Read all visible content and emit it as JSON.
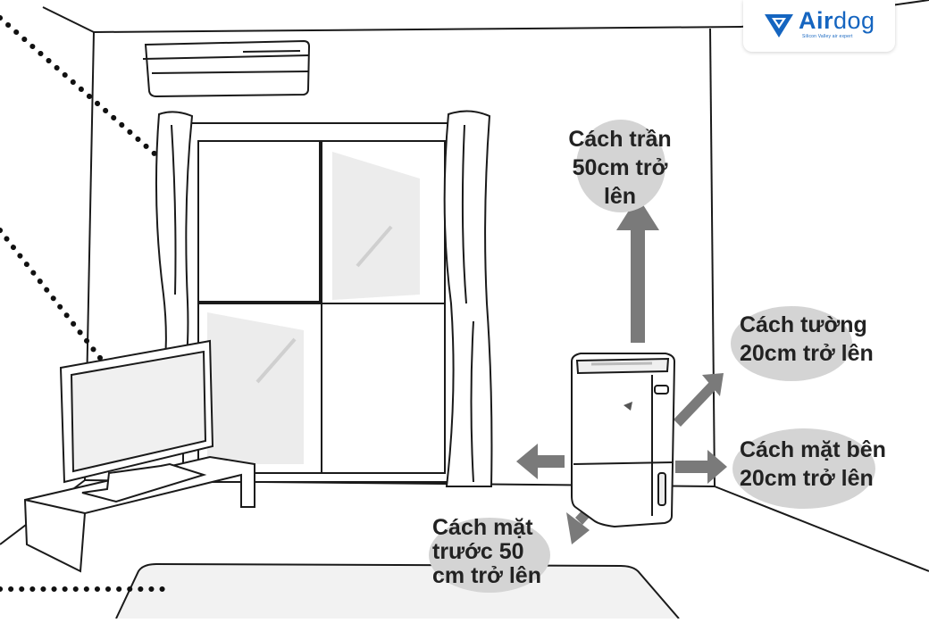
{
  "brand": {
    "name_bold": "Air",
    "name_regular": "dog",
    "tagline": "Silicon Valley air expert",
    "color": "#1565c0"
  },
  "annotations": {
    "ceiling": "Cách trần\n50cm trở\nlên",
    "wall": "Cách tường\n20cm trở lên",
    "side": "Cách mặt bên\n20cm trở lên",
    "front": "Cách mặt\ntrước 50\ncm trở lên"
  },
  "colors": {
    "arrow": "#7a7a7a",
    "bubble": "#d4d4d4",
    "line": "#1a1a1a",
    "text": "#222222"
  }
}
